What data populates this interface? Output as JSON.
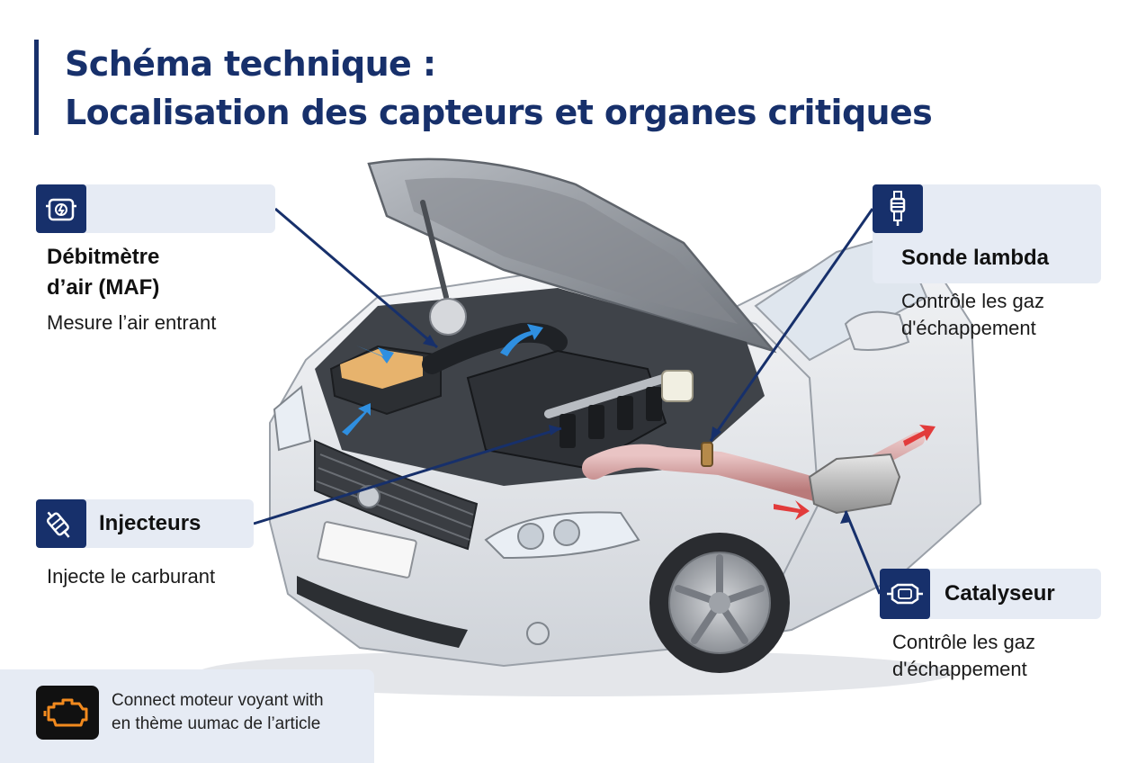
{
  "title": {
    "line1": "Schéma technique :",
    "line2": "Localisation des capteurs et organes critiques"
  },
  "labels": {
    "maf": {
      "icon": "sensor-icon",
      "title_line1": "Débitmètre",
      "title_line2": "d’air (MAF)",
      "desc": "Mesure l’air entrant"
    },
    "injecteurs": {
      "icon": "injector-icon",
      "title": "Injecteurs",
      "desc": "Injecte le carburant"
    },
    "lambda": {
      "icon": "spark-plug-icon",
      "title": "Sonde lambda",
      "desc_line1": "Contrôle les gaz",
      "desc_line2": "d'échappement"
    },
    "catalyseur": {
      "icon": "catalytic-converter-icon",
      "title": "Catalyseur",
      "desc_line1": "Contrôle les gaz",
      "desc_line2": "d'échappement"
    }
  },
  "warning": {
    "icon": "check-engine-icon",
    "line1": "Connect moteur voyant with",
    "line2": "en thème uumac de l’article"
  },
  "colors": {
    "navy": "#17306b",
    "label_bg": "#e6ebf4",
    "air_arrow": "#2f8fe0",
    "exhaust_arrow": "#e23b3b",
    "warning_orange": "#f28a1e"
  }
}
